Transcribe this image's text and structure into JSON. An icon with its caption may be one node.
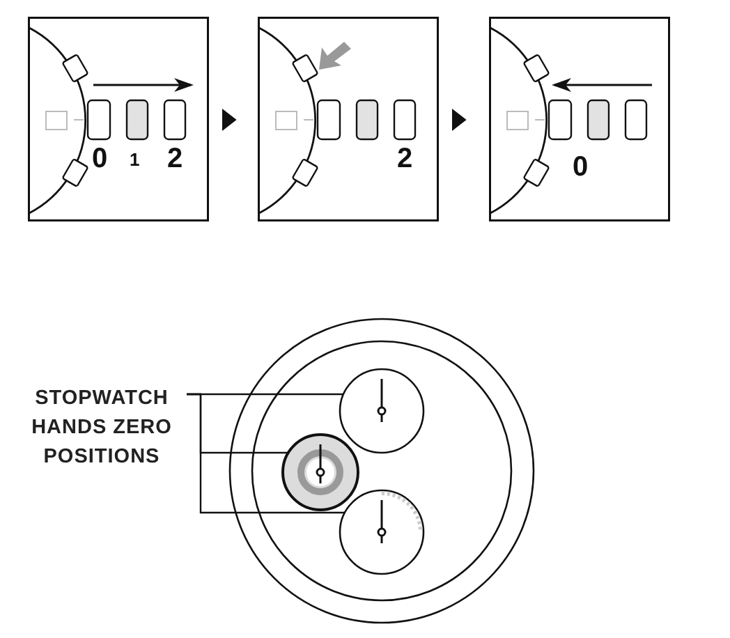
{
  "diagram": {
    "nodes": [
      {
        "text": [
          "0",
          "1",
          "2"
        ]
      },
      {
        "text": [
          "2"
        ]
      },
      {
        "text": [
          "0"
        ]
      },
      {
        "text": [
          "STOPWATCH HANDS ZERO POSITIONS"
        ]
      },
      {
        "text": [],
        "shape": "circle"
      },
      {
        "text": [],
        "shape": "circle"
      },
      {
        "text": [],
        "shape": "circle"
      }
    ],
    "edges": [
      {
        "from": 0,
        "to": 1,
        "arrow": "to"
      },
      {
        "from": 1,
        "to": 2,
        "arrow": "to"
      },
      {
        "from": 3,
        "to": 4,
        "arrow": "none"
      },
      {
        "from": 3,
        "to": 5,
        "arrow": "none"
      },
      {
        "from": 3,
        "to": 6,
        "arrow": "none"
      }
    ]
  }
}
